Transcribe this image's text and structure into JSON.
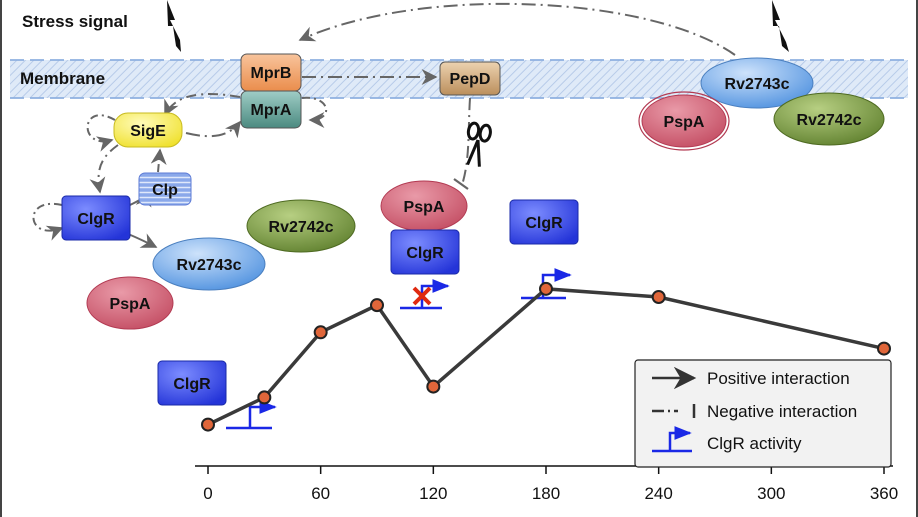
{
  "labels": {
    "stress_signal": "Stress signal",
    "membrane": "Membrane"
  },
  "proteins": {
    "mprb": "MprB",
    "mpra": "MprA",
    "pepd": "PepD",
    "sige": "SigE",
    "clp": "Clp",
    "clgr": "ClgR",
    "pspa": "PspA",
    "rv2743c": "Rv2743c",
    "rv2742c": "Rv2742c"
  },
  "legend": {
    "positive": "Positive interaction",
    "negative": "Negative interaction",
    "activity": "ClgR activity"
  },
  "colors": {
    "clgr": "#3a4ee8",
    "pspa": "#c9566b",
    "rv2743c": "#6aa6e6",
    "rv2742c": "#6f8f38",
    "sige": "#f2e83a",
    "mprb": "#f0a060",
    "mpra": "#5c9c92",
    "pepd": "#c8a070",
    "clp": "#7f9fe6",
    "point_fill": "#e0663a",
    "line": "#3a3a3a",
    "activity_arrow": "#1a28e6",
    "block_x": "#e02a10"
  },
  "chart_data": {
    "type": "line",
    "x": [
      0,
      30,
      60,
      90,
      120,
      180,
      240,
      360
    ],
    "y": [
      0.1,
      0.6,
      1.8,
      2.3,
      0.8,
      2.6,
      2.45,
      1.5
    ],
    "xticks": [
      0,
      60,
      120,
      180,
      240,
      300,
      360
    ],
    "xlim": [
      0,
      360
    ],
    "ylim": [
      0,
      3.5
    ],
    "grid": false,
    "legend_position": "bottom-right"
  }
}
